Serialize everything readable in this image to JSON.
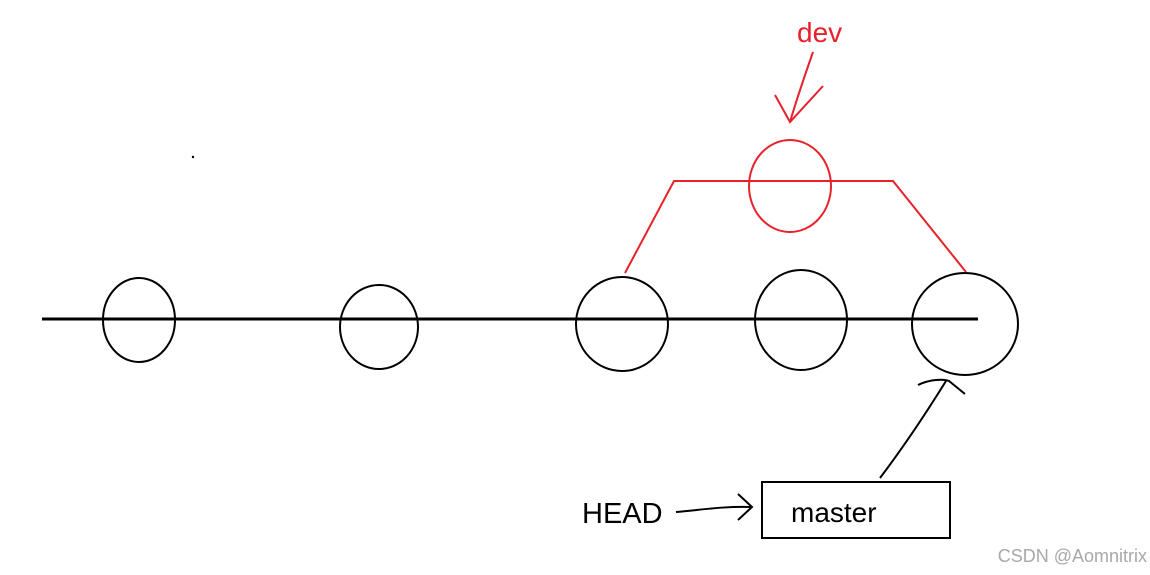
{
  "labels": {
    "dev": "dev",
    "head": "HEAD",
    "master": "master",
    "watermark": "CSDN @Aomnitrix"
  },
  "colors": {
    "main_line": "#000000",
    "branch": "#e8212b",
    "watermark": "#a8a8a8"
  }
}
